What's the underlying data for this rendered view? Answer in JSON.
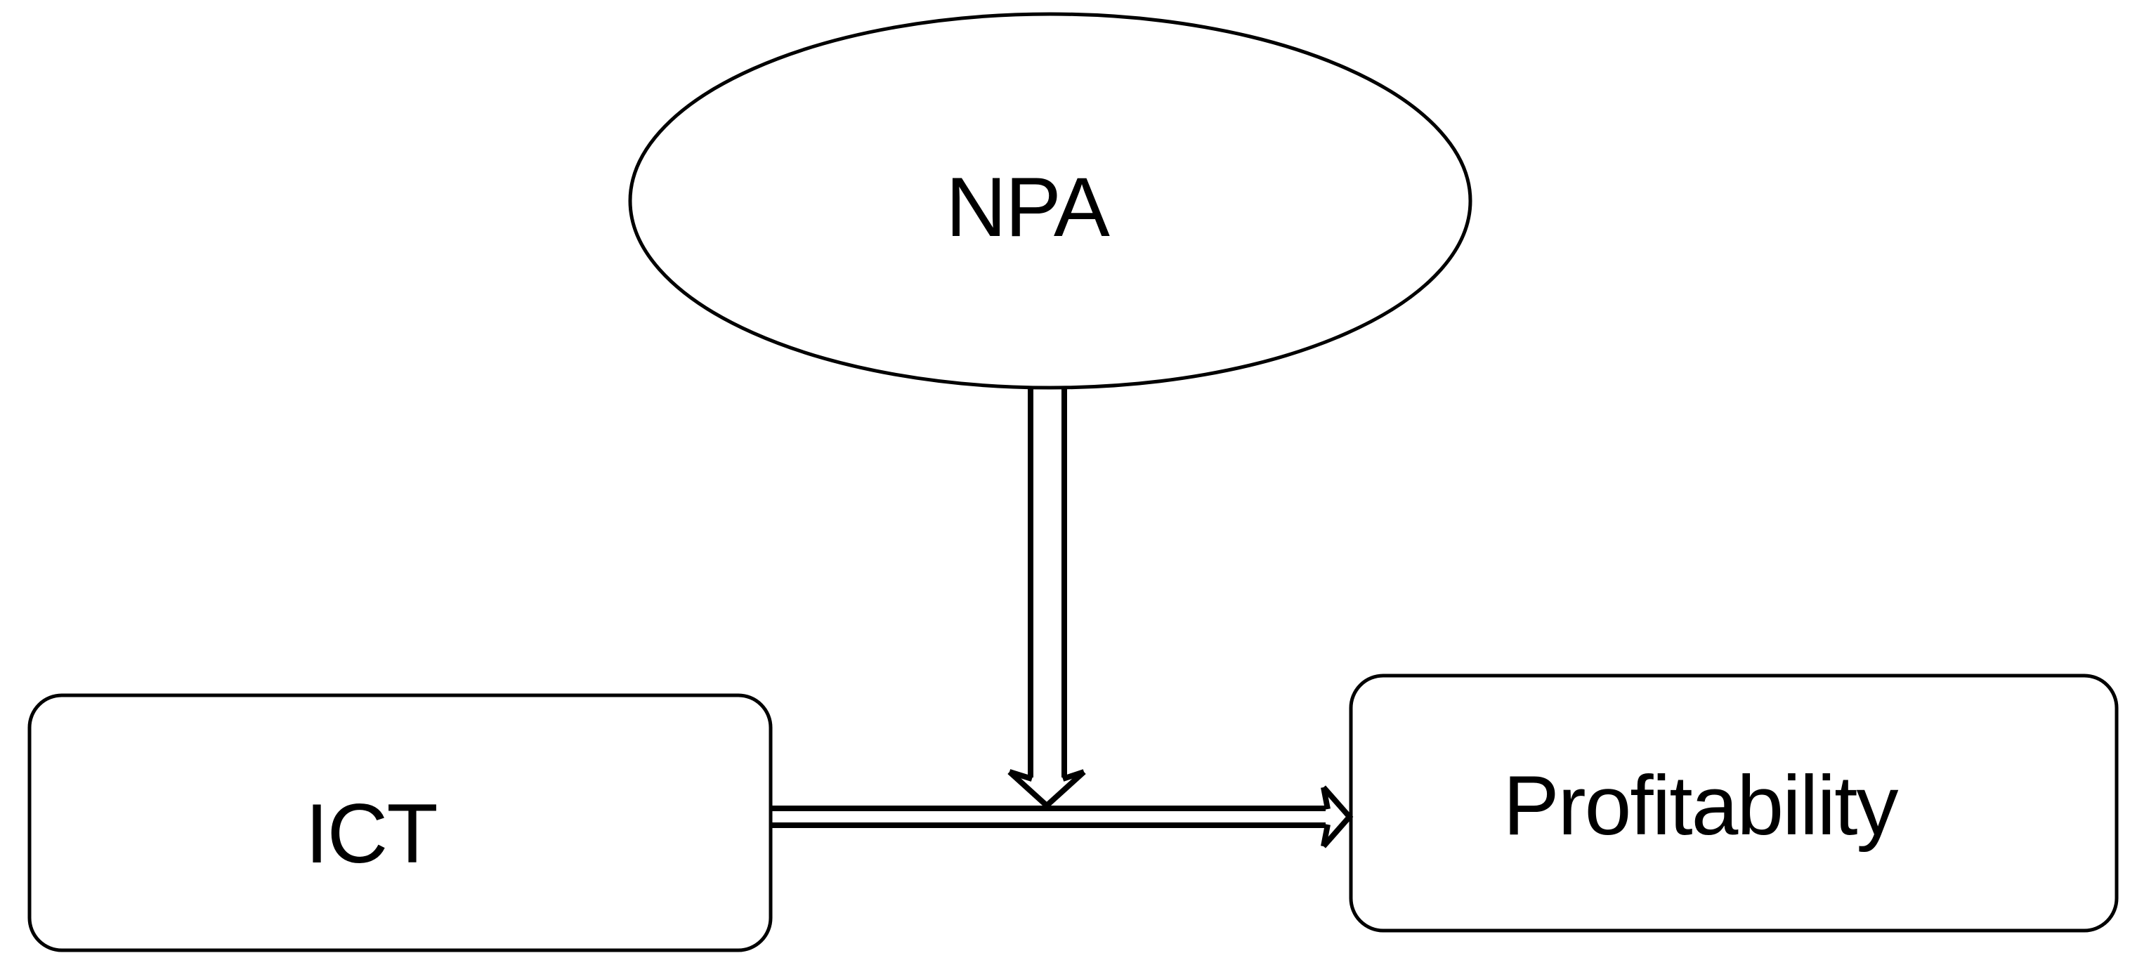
{
  "diagram": {
    "title": "",
    "background_color": "#ffffff",
    "stroke_color": "#000000",
    "nodes": {
      "npa": {
        "label": "NPA",
        "shape": "ellipse",
        "role": "moderating-variable"
      },
      "ict": {
        "label": "ICT",
        "shape": "rounded-rectangle",
        "role": "independent-variable"
      },
      "profitability": {
        "label": "Profitability",
        "shape": "rounded-rectangle",
        "role": "dependent-variable"
      }
    },
    "edges": [
      {
        "id": "ict-to-profitability",
        "from": "ICT",
        "to": "Profitability",
        "line_style": "double-line",
        "arrowhead": "open-hollow",
        "direction": "right"
      },
      {
        "id": "npa-to-ict-profitability-link",
        "from": "NPA",
        "to": "ICT-to-Profitability arrow",
        "line_style": "double-line",
        "arrowhead": "open-hollow",
        "direction": "down"
      }
    ]
  }
}
